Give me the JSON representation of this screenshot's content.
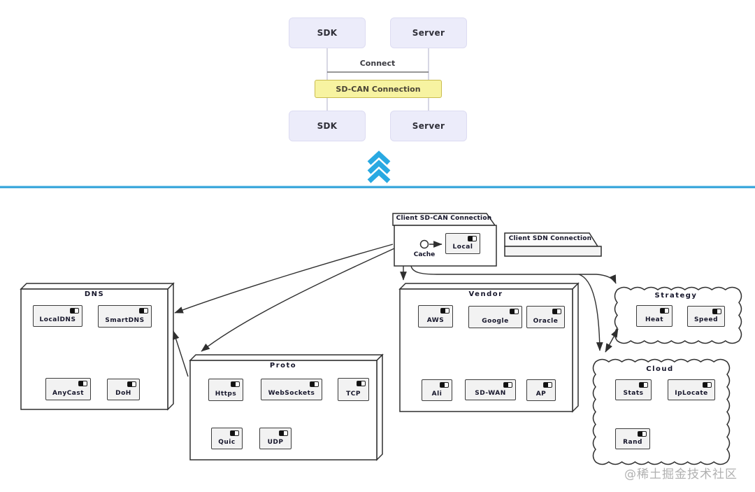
{
  "top_flow": {
    "sdk_top": "SDK",
    "server_top": "Server",
    "connect_label": "Connect",
    "connection_label": "SD-CAN Connection",
    "sdk_bottom": "SDK",
    "server_bottom": "Server",
    "colors": {
      "node_fill": "#ECECFA",
      "node_border": "#DDDCF2",
      "connection_fill": "#F7F3A1",
      "connection_border": "#C9BC4F"
    }
  },
  "transition": {
    "chevron_icon": "triple-chevron-up",
    "chevron_color": "#29A9E2",
    "divider_color": "#3FA9DC"
  },
  "uml": {
    "client_package": {
      "title": "Client SD-CAN Connection",
      "cache_label": "Cache",
      "local_label": "Local"
    },
    "sdn_banner": {
      "title": "Client SDN Connection"
    },
    "dns": {
      "title": "DNS",
      "components": [
        "LocalDNS",
        "SmartDNS",
        "AnyCast",
        "DoH"
      ]
    },
    "proto": {
      "title": "Proto",
      "components": [
        "Https",
        "WebSockets",
        "TCP",
        "Quic",
        "UDP"
      ]
    },
    "vendor": {
      "title": "Vendor",
      "components": [
        "AWS",
        "Google",
        "Oracle",
        "Ali",
        "SD-WAN",
        "AP"
      ]
    },
    "strategy": {
      "title": "Strategy",
      "components": [
        "Heat",
        "Speed"
      ]
    },
    "cloud": {
      "title": "Cloud",
      "components": [
        "Stats",
        "IpLocate",
        "Rand"
      ]
    }
  },
  "watermark": "@稀土掘金技术社区"
}
